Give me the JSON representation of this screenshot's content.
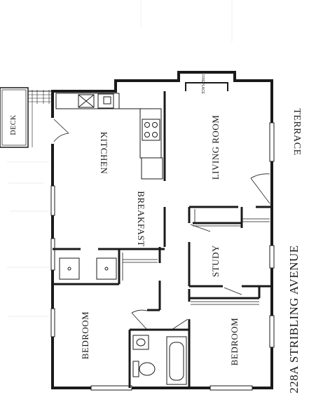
{
  "rooms": {
    "deck": "DECK",
    "kitchen": "KITCHEN",
    "living_room": "LIVING ROOM",
    "breakfast": "BREAKFAST",
    "study": "STUDY",
    "bedroom_left": "BEDROOM",
    "bedroom_right": "BEDROOM",
    "terrace": "TERRACE"
  },
  "labels": {
    "fireplace": "FIREPLACE",
    "address": "228A STRIBLING AVENUE"
  },
  "colors": {
    "wall": "#1a1a1a",
    "line": "#333333",
    "background": "#ffffff"
  }
}
